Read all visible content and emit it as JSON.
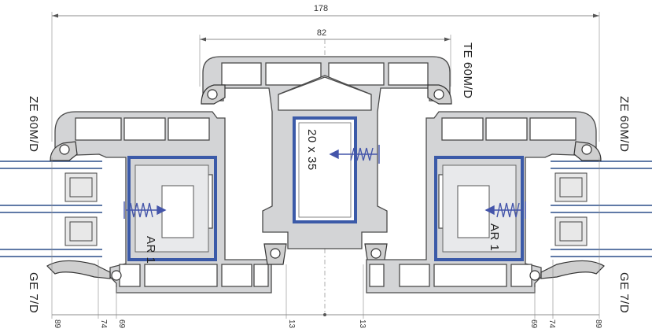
{
  "dimensions": {
    "overall": "178",
    "sash": "82",
    "bottom": [
      "89",
      "74",
      "69",
      "13",
      "13",
      "69",
      "74",
      "89"
    ]
  },
  "labels": {
    "gasket_top_left": "ZE 60M/D",
    "gasket_top_right": "ZE 60M/D",
    "gasket_center": "TE 60M/D",
    "gasket_bottom_left": "GE 7/D",
    "gasket_bottom_right": "GE 7/D",
    "reinforcement_left": "AR 1",
    "reinforcement_right": "AR 1",
    "center_reinforcement": "20 x 35"
  },
  "colors": {
    "profile_fill": "#d3d4d6",
    "profile_stroke": "#4a4a4a",
    "glass": "#2c4e8a",
    "reinforcement": "#3b5aa8",
    "dimension": "#555555",
    "screw": "#4455aa"
  }
}
